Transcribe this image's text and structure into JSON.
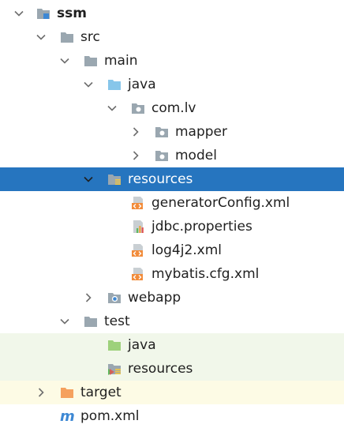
{
  "colors": {
    "selection": "#2675bf",
    "test_background": "#f1f7ea",
    "excluded_background": "#fdfbe5",
    "folder_gray": "#9aa7b0",
    "source_folder_blue": "#87c6ea",
    "test_folder_green": "#9dd17b",
    "excluded_folder_orange": "#f5a15e",
    "xml_orange": "#f28c3b",
    "maven_blue": "#3d88d4"
  },
  "tree": {
    "items": [
      {
        "label": "ssm",
        "icon": "module-folder-icon",
        "expanded": true
      },
      {
        "label": "src",
        "icon": "folder-icon",
        "expanded": true
      },
      {
        "label": "main",
        "icon": "folder-icon",
        "expanded": true
      },
      {
        "label": "java",
        "icon": "source-root-folder-icon",
        "expanded": true
      },
      {
        "label": "com.lv",
        "icon": "package-icon",
        "expanded": true
      },
      {
        "label": "mapper",
        "icon": "package-icon",
        "expanded": false
      },
      {
        "label": "model",
        "icon": "package-icon",
        "expanded": false
      },
      {
        "label": "resources",
        "icon": "resources-root-folder-icon",
        "expanded": true,
        "selected": true
      },
      {
        "label": "generatorConfig.xml",
        "icon": "xml-file-icon"
      },
      {
        "label": "jdbc.properties",
        "icon": "properties-file-icon"
      },
      {
        "label": "log4j2.xml",
        "icon": "xml-file-icon"
      },
      {
        "label": "mybatis.cfg.xml",
        "icon": "xml-file-icon"
      },
      {
        "label": "webapp",
        "icon": "web-folder-icon",
        "expanded": false
      },
      {
        "label": "test",
        "icon": "folder-icon",
        "expanded": true
      },
      {
        "label": "java",
        "icon": "test-source-folder-icon"
      },
      {
        "label": "resources",
        "icon": "test-resources-folder-icon"
      },
      {
        "label": "target",
        "icon": "excluded-folder-icon",
        "expanded": false
      },
      {
        "label": "pom.xml",
        "icon": "maven-pom-icon"
      }
    ]
  }
}
